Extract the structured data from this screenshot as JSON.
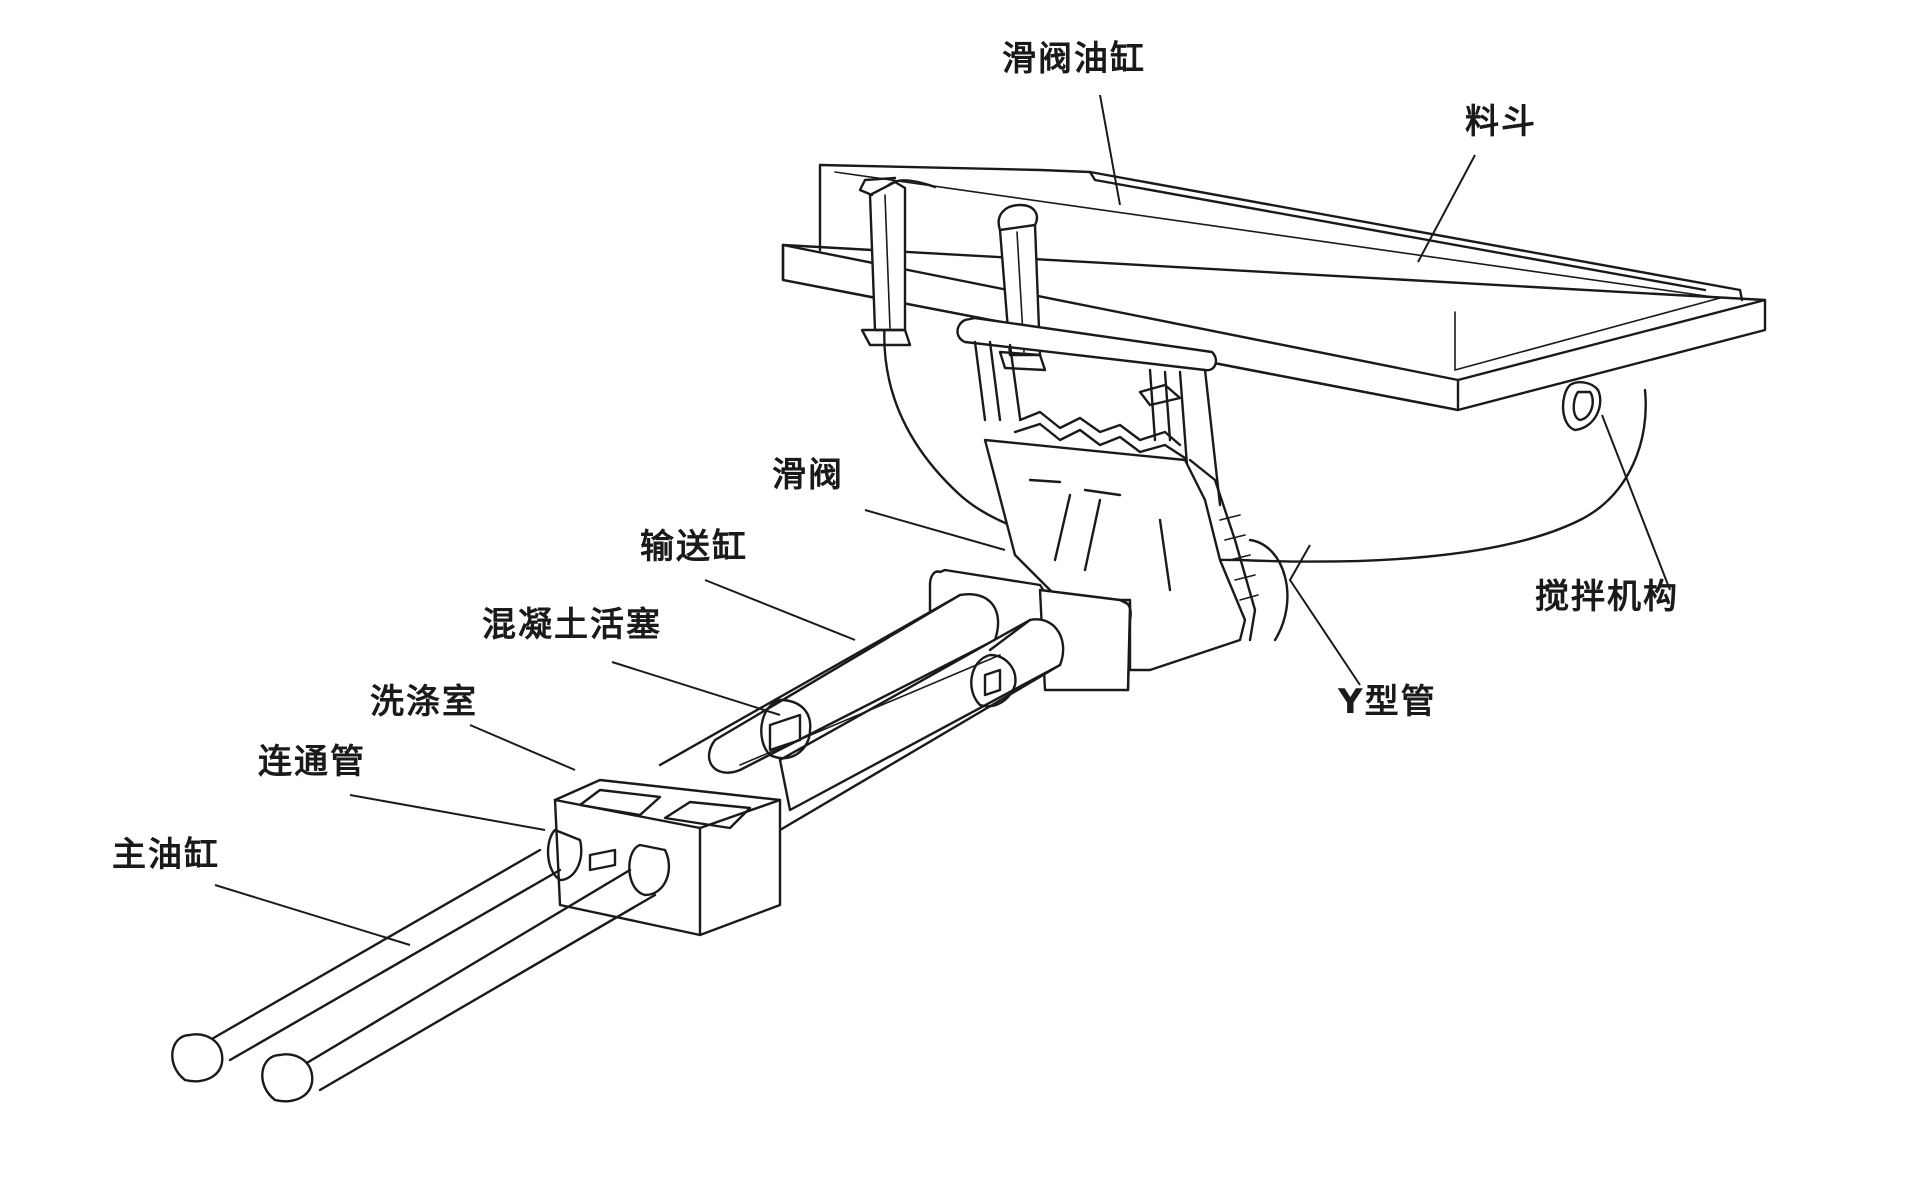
{
  "figure": {
    "labels": {
      "slide_valve_cylinder": "滑阀油缸",
      "hopper": "料斗",
      "mixing_mechanism": "搅拌机构",
      "y_pipe": "Y型管",
      "slide_valve": "滑阀",
      "delivery_cylinder": "输送缸",
      "concrete_piston": "混凝土活塞",
      "wash_chamber": "洗涤室",
      "connecting_pipe": "连通管",
      "main_cylinder": "主油缸"
    },
    "line_color": "#1a1a1a",
    "background": "#ffffff"
  }
}
